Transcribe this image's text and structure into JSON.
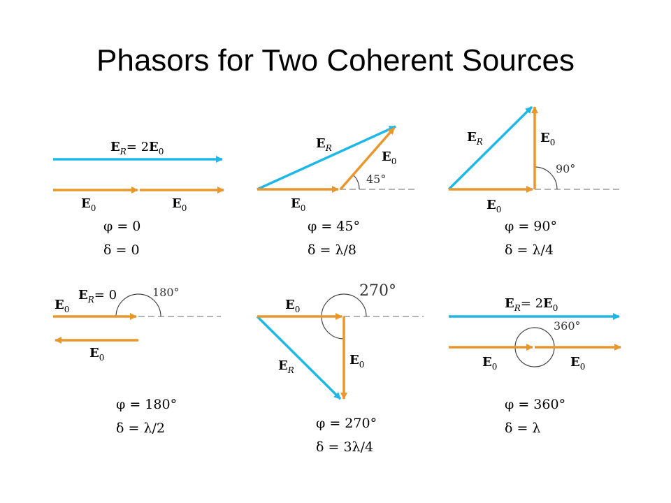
{
  "title": "Phasors for Two Coherent Sources",
  "colors": {
    "resultant": "#1fb8e6",
    "component": "#e9962d",
    "reference": "#888888"
  },
  "labels": {
    "e_r": "E",
    "r_sub": "R",
    "e_0": "E",
    "zero_sub": "0"
  },
  "panels": [
    {
      "resultant_text": "= 2",
      "angle": "",
      "phi": "φ = 0",
      "delta": "δ = 0"
    },
    {
      "resultant_text": "",
      "angle": "45°",
      "phi": "φ = 45°",
      "delta": "δ = λ/8"
    },
    {
      "resultant_text": "",
      "angle": "90°",
      "phi": "φ = 90°",
      "delta": "δ = λ/4"
    },
    {
      "resultant_text": "= 0",
      "angle": "180°",
      "phi": "φ = 180°",
      "delta": "δ = λ/2"
    },
    {
      "resultant_text": "",
      "angle": "270°",
      "phi": "φ = 270°",
      "delta": "δ = 3λ/4"
    },
    {
      "resultant_text": "= 2",
      "angle": "360°",
      "phi": "φ = 360°",
      "delta": "δ = λ"
    }
  ]
}
